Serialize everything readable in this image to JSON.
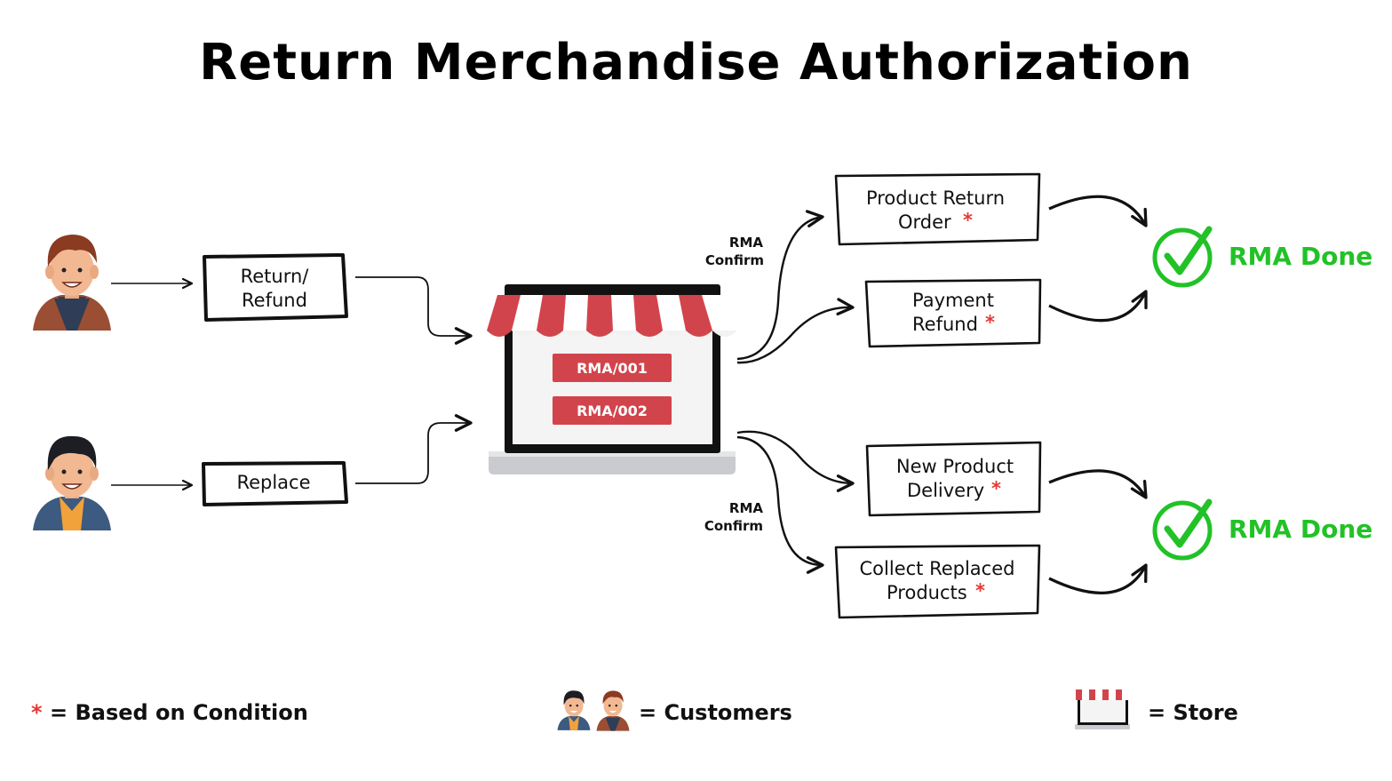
{
  "title": "Return Merchandise Authorization",
  "requests": {
    "return_refund": [
      "Return/",
      "Refund"
    ],
    "replace": "Replace"
  },
  "store": {
    "tickets": [
      "RMA/001",
      "RMA/002"
    ]
  },
  "confirm_labels": {
    "top": [
      "RMA",
      "Confirm"
    ],
    "bottom": [
      "RMA",
      "Confirm"
    ]
  },
  "outcomes": {
    "product_return_order": [
      "Product Return",
      "Order"
    ],
    "payment_refund": [
      "Payment",
      "Refund"
    ],
    "new_product_delivery": [
      "New Product",
      "Delivery"
    ],
    "collect_replaced_products": [
      "Collect Replaced",
      "Products"
    ],
    "condition_marker": "*"
  },
  "done": {
    "top": "RMA Done",
    "bottom": "RMA Done"
  },
  "legend": {
    "condition_symbol": "*",
    "condition_text": "= Based on Condition",
    "customers_text": "= Customers",
    "store_text": "= Store"
  },
  "colors": {
    "awning_red": "#d2444c",
    "ticket_red": "#d2444c",
    "check_green": "#22c227",
    "star_red": "#e53935"
  },
  "icons": [
    "customer-avatar-icon",
    "store-icon",
    "check-circle-icon",
    "arrow-icon"
  ]
}
